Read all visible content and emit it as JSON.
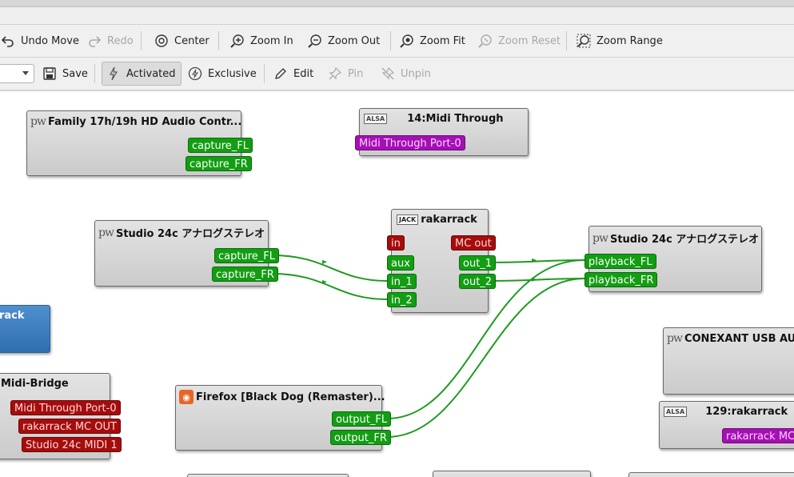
{
  "toolbar1": {
    "undo_label": "Undo Move",
    "redo_label": "Redo",
    "center_label": "Center",
    "zoom_in_label": "Zoom In",
    "zoom_out_label": "Zoom Out",
    "zoom_fit_label": "Zoom Fit",
    "zoom_reset_label": "Zoom Reset",
    "zoom_range_label": "Zoom Range"
  },
  "toolbar2": {
    "save_label": "Save",
    "activated_label": "Activated",
    "exclusive_label": "Exclusive",
    "edit_label": "Edit",
    "pin_label": "Pin",
    "unpin_label": "Unpin"
  },
  "logos": {
    "pw": "pw",
    "alsa": "ALSA",
    "jack": "JACK"
  },
  "nodes": {
    "family": {
      "title": "Family 17h/19h HD Audio Contr...",
      "ports": [
        "capture_FL",
        "capture_FR"
      ]
    },
    "midi_through": {
      "title": "14:Midi Through",
      "ports": [
        "Midi Through Port-0"
      ]
    },
    "studio_in": {
      "title": "Studio 24c アナログステレオ",
      "ports": [
        "capture_FL",
        "capture_FR"
      ]
    },
    "rakarrack": {
      "title": "rakarrack",
      "in_ports": [
        "in",
        "aux",
        "in_1",
        "in_2"
      ],
      "out_ports": [
        "MC out",
        "out_1",
        "out_2"
      ]
    },
    "studio_out": {
      "title": "Studio 24c アナログステレオ",
      "ports": [
        "playback_FL",
        "playback_FR"
      ]
    },
    "rack_partial": {
      "title": "rack"
    },
    "midi_bridge": {
      "title": "Midi-Bridge",
      "ports": [
        "Midi Through Port-0",
        "rakarrack MC OUT",
        "Studio 24c MIDI 1"
      ]
    },
    "firefox": {
      "title": "Firefox [Black Dog (Remaster)...",
      "ports": [
        "output_FL",
        "output_FR"
      ]
    },
    "conexant": {
      "title": "CONEXANT USB AUDI"
    },
    "rak129": {
      "title": "129:rakarrack",
      "ports": [
        "rakarrack MC C"
      ]
    }
  },
  "colors": {
    "audio_port": "#139d13",
    "midi_port": "#a50d0d",
    "alsa_midi_port": "#a410b4",
    "wire": "#1f9a1f",
    "selected_node": "#3f80c0"
  }
}
